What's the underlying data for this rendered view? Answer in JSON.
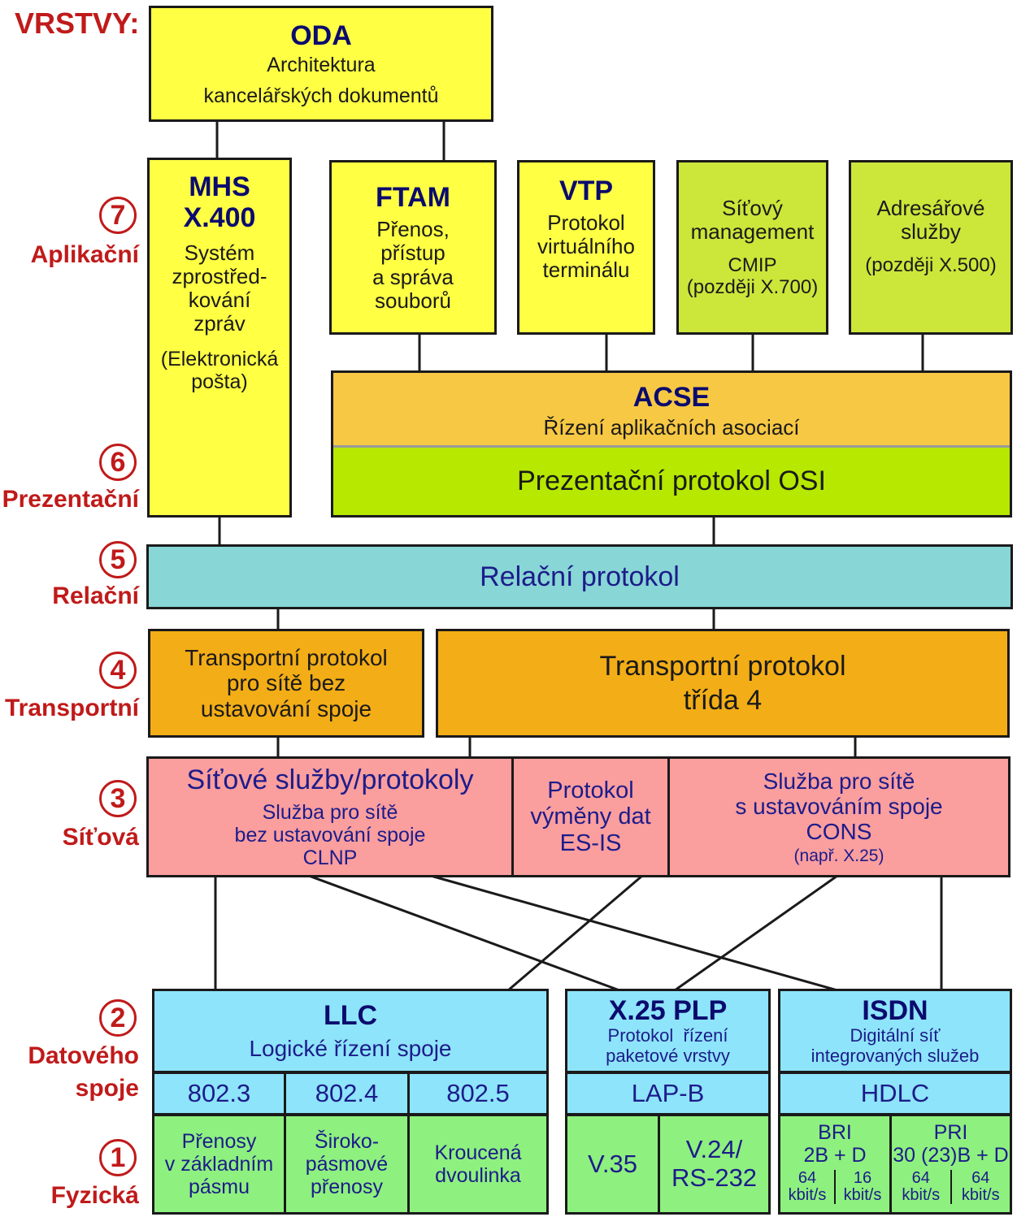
{
  "layers_heading": "VRSTVY:",
  "layers": [
    {
      "number": "7",
      "name": "Aplikační"
    },
    {
      "number": "6",
      "name": "Prezentační"
    },
    {
      "number": "5",
      "name": "Relační"
    },
    {
      "number": "4",
      "name": "Transportní"
    },
    {
      "number": "3",
      "name": "Síťová"
    },
    {
      "number": "2",
      "name": "Datového",
      "name2": "spoje"
    },
    {
      "number": "1",
      "name": "Fyzická"
    }
  ],
  "oda": {
    "title": "ODA",
    "line1": "Architektura",
    "line2": "kancelářských dokumentů"
  },
  "mhs": {
    "title1": "MHS",
    "title2": "X.400",
    "lines": [
      "Systém",
      "zprostřed-",
      "kování",
      "zpráv"
    ],
    "note1": "(Elektronická",
    "note2": "pošta)"
  },
  "ftam": {
    "title": "FTAM",
    "lines": [
      "Přenos,",
      "přístup",
      "a správa",
      "souborů"
    ]
  },
  "vtp": {
    "title": "VTP",
    "lines": [
      "Protokol",
      "virtuálního",
      "terminálu"
    ]
  },
  "netmgmt": {
    "line1": "Síťový",
    "line2": "management",
    "line3": "CMIP",
    "line4": "(později X.700)"
  },
  "directory": {
    "line1": "Adresářové",
    "line2": "služby",
    "line3": "(později X.500)"
  },
  "acse": {
    "title": "ACSE",
    "subtitle": "Řízení aplikačních asociací"
  },
  "presentation": {
    "label": "Prezentační protokol OSI"
  },
  "session": {
    "label": "Relační protokol"
  },
  "transport_cl": {
    "lines": [
      "Transportní protokol",
      "pro sítě bez",
      "ustavování spoje"
    ]
  },
  "transport_4": {
    "line1": "Transportní protokol",
    "line2": "třída 4"
  },
  "network": {
    "title": "Síťové služby/protokoly",
    "line1": "Služba pro sítě",
    "line2": "bez ustavování spoje",
    "line3": "CLNP"
  },
  "esis": {
    "lines": [
      "Protokol",
      "výměny dat",
      "ES-IS"
    ]
  },
  "cons": {
    "line1": "Služba pro sítě",
    "line2": "s ustavováním spoje",
    "line3": "CONS",
    "line4": "(např. X.25)"
  },
  "llc": {
    "title": "LLC",
    "subtitle": "Logické řízení spoje"
  },
  "x25": {
    "title": "X.25 PLP",
    "line1": "Protokol  řízení",
    "line2": "paketové vrstvy"
  },
  "isdn": {
    "title": "ISDN",
    "line1": "Digitální síť",
    "line2": "integrovaných služeb"
  },
  "mac": [
    "802.3",
    "802.4",
    "802.5"
  ],
  "lapb": "LAP-B",
  "hdlc": "HDLC",
  "physical": {
    "p1": [
      "Přenosy",
      "v základním",
      "pásmu"
    ],
    "p2": [
      "Široko-",
      "pásmové",
      "přenosy"
    ],
    "p3": [
      "Kroucená",
      "dvoulinka"
    ],
    "v35": "V.35",
    "v24": [
      "V.24/",
      "RS-232"
    ],
    "bri": {
      "t1": "BRI",
      "t2": "2B + D",
      "c1a": "64",
      "c1b": "kbit/s",
      "c2a": "16",
      "c2b": "kbit/s"
    },
    "pri": {
      "t1": "PRI",
      "t2": "30 (23)B + D",
      "c1a": "64",
      "c1b": "kbit/s",
      "c2a": "64",
      "c2b": "kbit/s"
    }
  }
}
